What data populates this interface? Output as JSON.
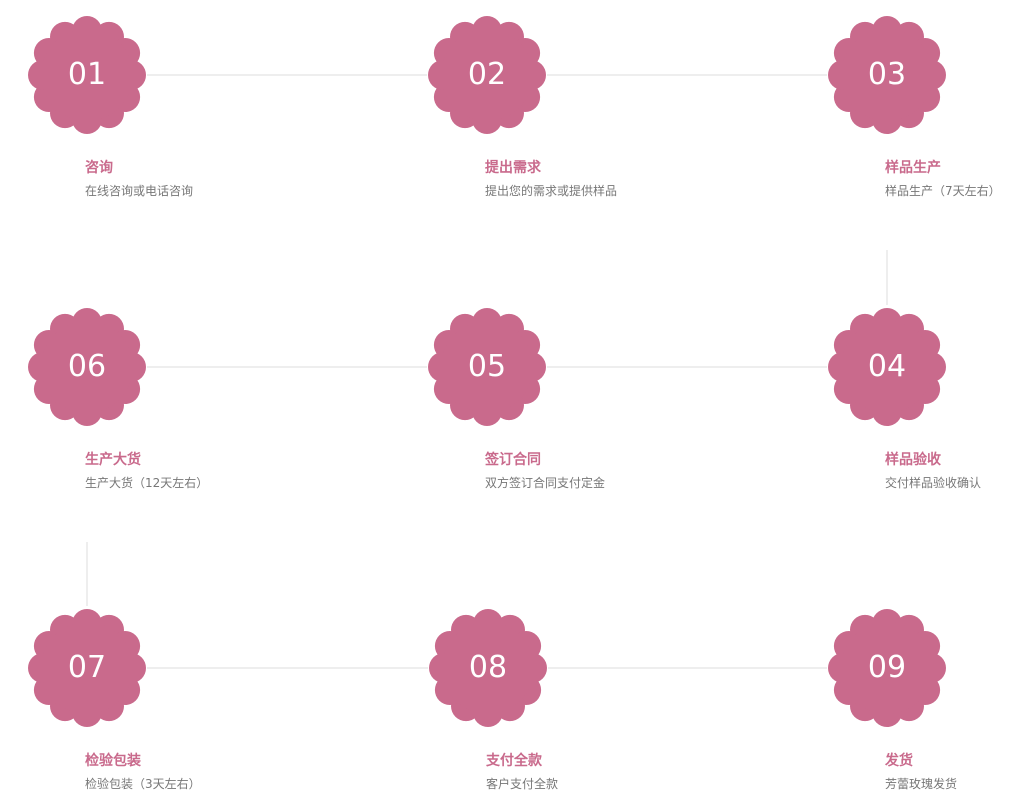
{
  "colors": {
    "petal": "#c96a8c",
    "title": "#c96a8c",
    "desc": "#777777",
    "connector": "#dddddd",
    "number": "#ffffff"
  },
  "steps": [
    {
      "number": "01",
      "title": "咨询",
      "desc": "在线咨询或电话咨询"
    },
    {
      "number": "02",
      "title": "提出需求",
      "desc": "提出您的需求或提供样品"
    },
    {
      "number": "03",
      "title": "样品生产",
      "desc": "样品生产（7天左右）"
    },
    {
      "number": "04",
      "title": "样品验收",
      "desc": "交付样品验收确认"
    },
    {
      "number": "05",
      "title": "签订合同",
      "desc": "双方签订合同支付定金"
    },
    {
      "number": "06",
      "title": "生产大货",
      "desc": "生产大货（12天左右）"
    },
    {
      "number": "07",
      "title": "检验包装",
      "desc": "检验包装（3天左右）"
    },
    {
      "number": "08",
      "title": "支付全款",
      "desc": "客户支付全款"
    },
    {
      "number": "09",
      "title": "发货",
      "desc": "芳蕾玫瑰发货"
    }
  ]
}
